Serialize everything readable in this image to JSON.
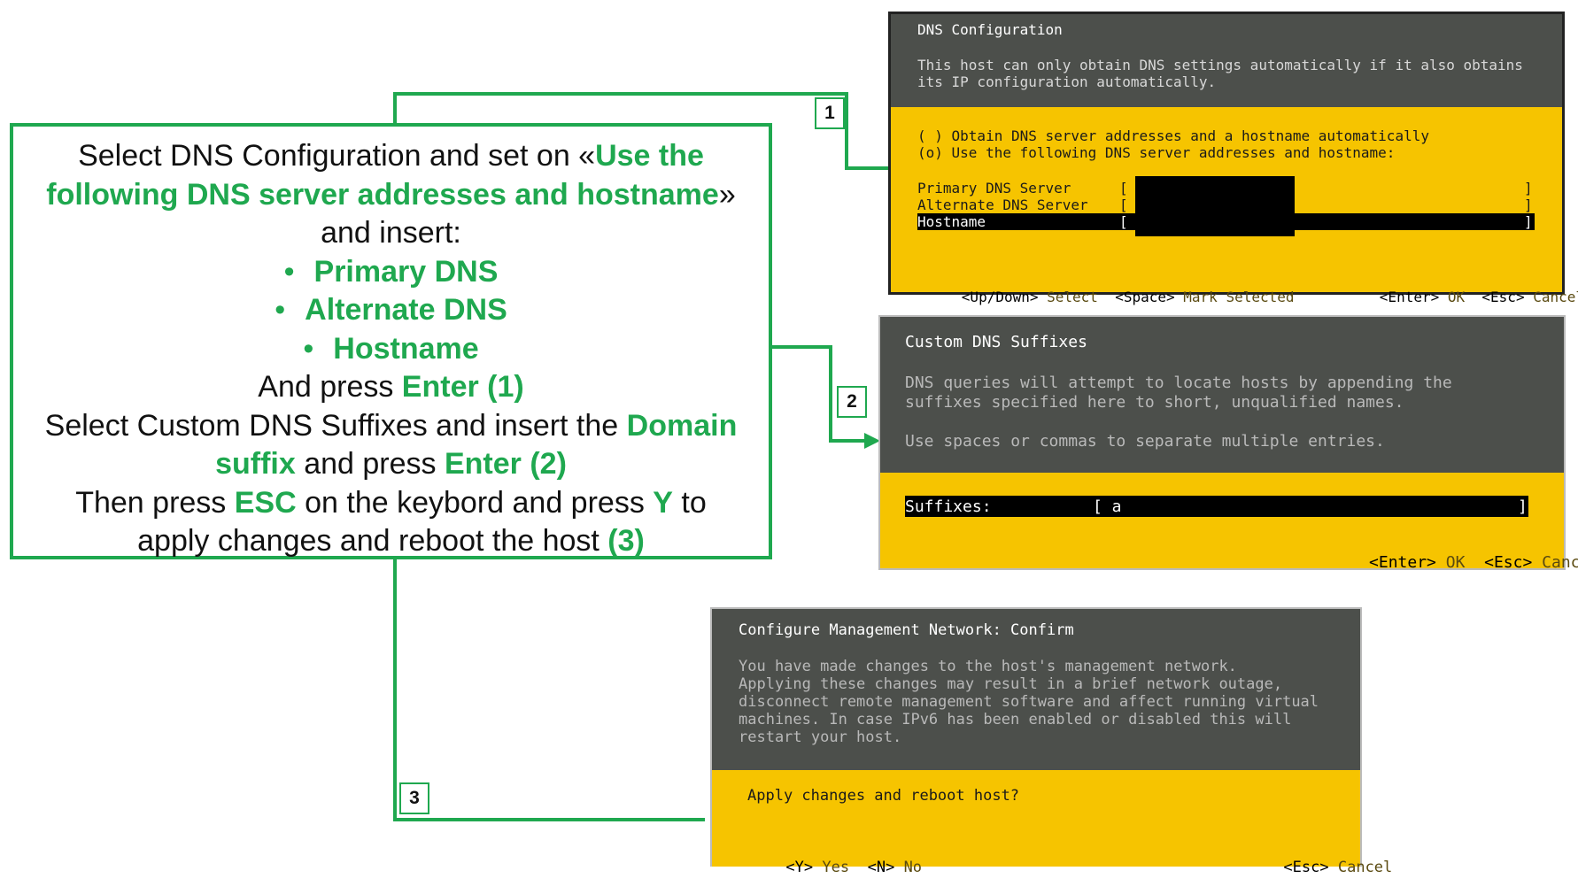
{
  "instructions": {
    "l1a": "Select DNS Configuration and set on «",
    "l1b": "Use the",
    "l2a": "following DNS server addresses and hostname",
    "l2b": "»",
    "l3": "and insert:",
    "bullet_mark": "•",
    "b1": "Primary DNS",
    "b2": "Alternate DNS",
    "b3": "Hostname",
    "l7a": "And press ",
    "l7b": "Enter (1)",
    "l8a": "Select Custom DNS Suffixes and insert the ",
    "l8b": "Domain",
    "l9a": "suffix",
    "l9b": " and press ",
    "l9c": "Enter (2)",
    "l10a": "Then press ",
    "l10b": "ESC",
    "l10c": " on the keybord and press ",
    "l10d": "Y",
    "l10e": " to",
    "l11a": "apply changes and reboot the host ",
    "l11b": "(3)"
  },
  "steps": [
    "1",
    "2",
    "3"
  ],
  "dns_config": {
    "title": "DNS Configuration",
    "desc1": "This host can only obtain DNS settings automatically if it also obtains",
    "desc2": "its IP configuration automatically.",
    "opt1": "( ) Obtain DNS server addresses and a hostname automatically",
    "opt2": "(o) Use the following DNS server addresses and hostname:",
    "field1": "Primary DNS Server",
    "field2": "Alternate DNS Server",
    "field3": "Hostname",
    "bracket_open": "[",
    "bracket_close": "]",
    "key1": "<Up/Down>",
    "act1": "Select",
    "key2": "<Space>",
    "act2": "Mark Selected",
    "key3": "<Enter>",
    "act3": "OK",
    "key4": "<Esc>",
    "act4": "Cancel"
  },
  "dns_suffix": {
    "title": "Custom DNS Suffixes",
    "desc1": "DNS queries will attempt to locate hosts by appending the",
    "desc2": "suffixes specified here to short, unqualified names.",
    "desc3": "Use spaces or commas to separate multiple entries.",
    "field": "Suffixes:",
    "value": "[ a",
    "bracket_close": "]",
    "key1": "<Enter>",
    "act1": "OK",
    "key2": "<Esc>",
    "act2": "Cancel"
  },
  "confirm": {
    "title": "Configure Management Network: Confirm",
    "desc1": "You have made changes to the host's management network.",
    "desc2": "Applying these changes may result in a brief network outage,",
    "desc3": "disconnect remote management software and affect running virtual",
    "desc4": "machines. In case IPv6 has been enabled or disabled this will",
    "desc5": "restart your host.",
    "question": "Apply changes and reboot host?",
    "key1": "<Y>",
    "act1": "Yes",
    "key2": "<N>",
    "act2": "No",
    "key3": "<Esc>",
    "act3": "Cancel"
  }
}
